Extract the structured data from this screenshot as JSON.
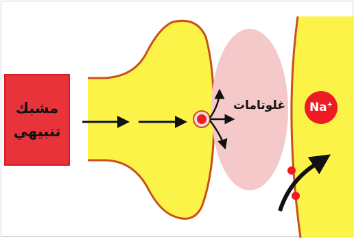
{
  "labels": {
    "stimulus_line1": "مشبك",
    "stimulus_line2": "تنبيهي",
    "neurotransmitter": "غلوتامات",
    "ion": "Na",
    "ion_charge": "+"
  },
  "colors": {
    "axon_fill": "#fbf348",
    "axon_outline": "#c8501a",
    "stimulus_fill": "#e8333b",
    "vesicle_cloud": "#f5c9ca",
    "ion_circle": "#ee1b24",
    "arrow": "#111111"
  },
  "icons": {
    "signal_arrows": "arrow-right",
    "ion_flow_arrow": "curved-arrow-up-right"
  }
}
